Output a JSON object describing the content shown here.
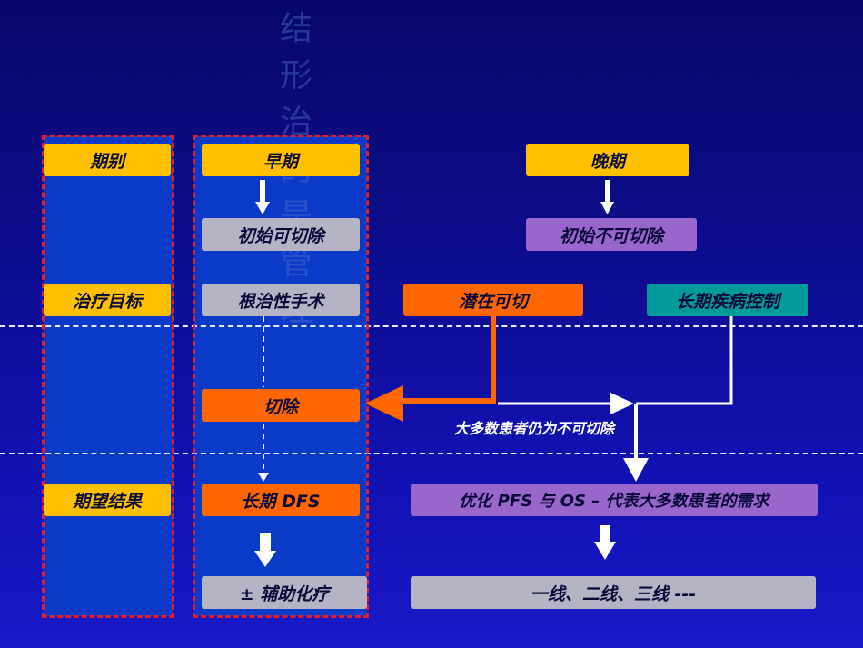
{
  "colors": {
    "yellow": "#ffc000",
    "gray": "#b4b4c4",
    "orange": "#ff6600",
    "purple": "#9966cc",
    "teal": "#009999",
    "dash_red": "#e0202a",
    "column_blue": "#0c3ac8"
  },
  "watermark": "结 形 治 的 是 管 理",
  "row_labels": {
    "stage": "期别",
    "goal": "治疗目标",
    "outcome": "期望结果"
  },
  "early": {
    "stage": "早期",
    "initial": "初始可切除",
    "goal": "根治性手术",
    "resection": "切除",
    "dfs": "长期 DFS",
    "adjuvant": "± 辅助化疗"
  },
  "late": {
    "stage": "晚期",
    "initial": "初始不可切除",
    "potential": "潜在可切",
    "long_term": "长期疾病控制",
    "note": "大多数患者仍为不可切除",
    "optimize": "优化 PFS 与 OS – 代表大多数患者的需求",
    "lines": "一线、二线、三线 ---"
  }
}
